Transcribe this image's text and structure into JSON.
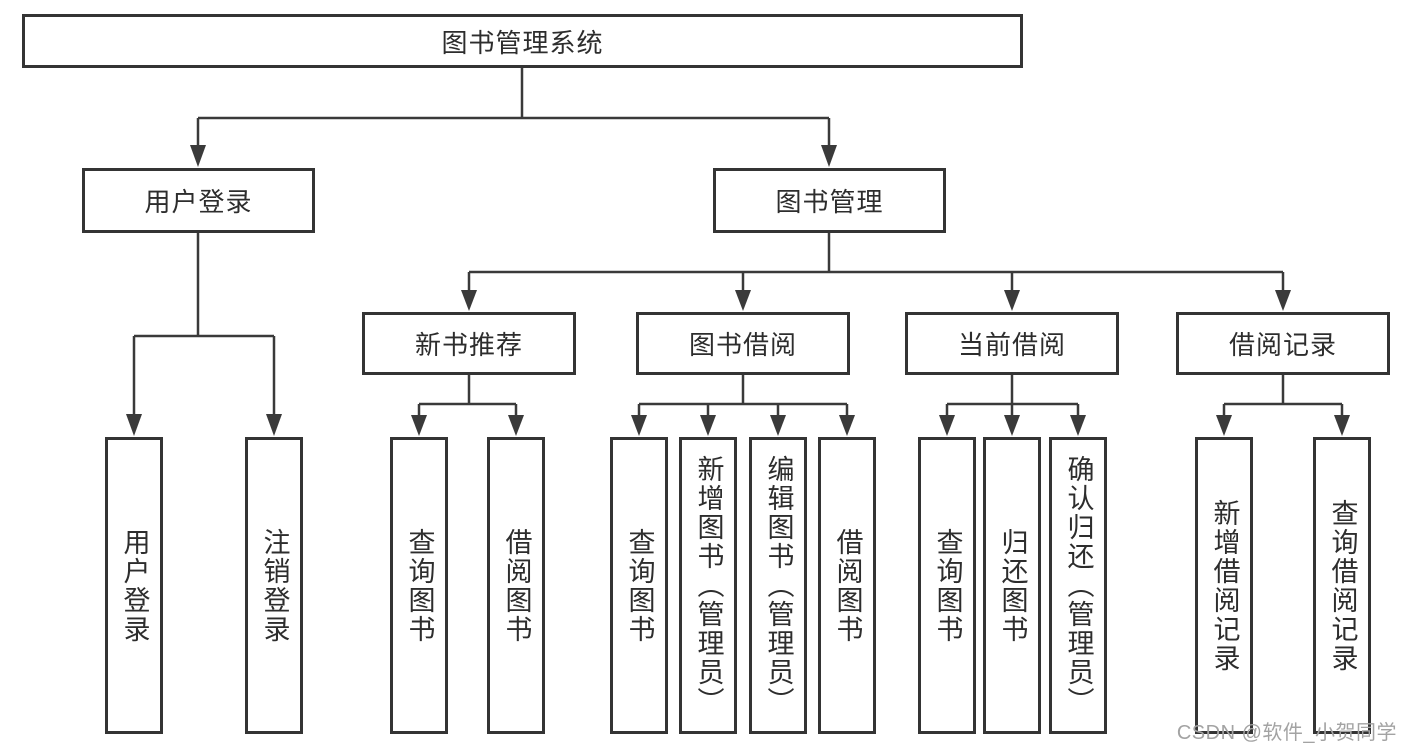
{
  "diagram": {
    "root": "图书管理系统",
    "branches": [
      {
        "label": "用户登录",
        "children": [
          "用户登录",
          "注销登录"
        ]
      },
      {
        "label": "图书管理",
        "children": [
          {
            "label": "新书推荐",
            "children": [
              "查询图书",
              "借阅图书"
            ]
          },
          {
            "label": "图书借阅",
            "children": [
              "查询图书",
              "新增图书（管理员）",
              "编辑图书（管理员）",
              "借阅图书"
            ]
          },
          {
            "label": "当前借阅",
            "children": [
              "查询图书",
              "归还图书",
              "确认归还（管理员）"
            ]
          },
          {
            "label": "借阅记录",
            "children": [
              "新增借阅记录",
              "查询借阅记录"
            ]
          }
        ]
      }
    ],
    "watermark": "CSDN @软件_小贺同学",
    "colors": {
      "line": "#3a3a3a",
      "box_border": "#343434",
      "text": "#2d2d2d",
      "watermark": "#a3a3a3",
      "background": "#ffffff"
    }
  }
}
